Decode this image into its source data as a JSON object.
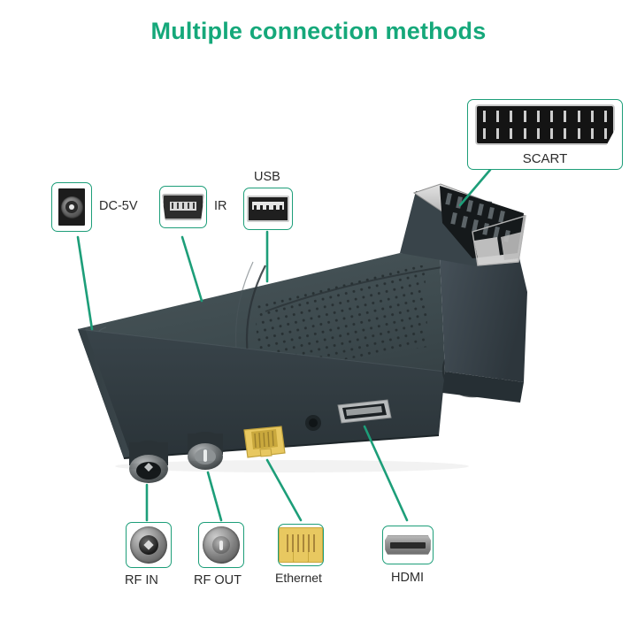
{
  "page": {
    "title": "Multiple connection methods",
    "background_color": "#ffffff",
    "accent_color": "#15a87a",
    "leader_line_color": "#1d9e79",
    "label_color": "#2b2b2b"
  },
  "device": {
    "name": "scart-dvb-t2-receiver",
    "body_color": "#3b4447",
    "ethernet_port_color": "#e8c860",
    "scart_plug_color": "#c9c9c9"
  },
  "connectors": [
    {
      "id": "dc-5v",
      "label": "DC-5V",
      "icon": "dc-power-jack-icon",
      "label_position": "right"
    },
    {
      "id": "ir",
      "label": "IR",
      "icon": "mini-usb-icon",
      "label_position": "right"
    },
    {
      "id": "usb",
      "label": "USB",
      "icon": "usb-a-port-icon",
      "label_position": "above"
    },
    {
      "id": "scart",
      "label": "SCART",
      "icon": "scart-connector-icon",
      "label_position": "inside"
    },
    {
      "id": "rf-in",
      "label": "RF IN",
      "icon": "coax-female-icon",
      "label_position": "below"
    },
    {
      "id": "rf-out",
      "label": "RF OUT",
      "icon": "coax-male-icon",
      "label_position": "below"
    },
    {
      "id": "ethernet",
      "label": "Ethernet",
      "icon": "rj45-icon",
      "label_position": "below"
    },
    {
      "id": "hdmi",
      "label": "HDMI",
      "icon": "hdmi-port-icon",
      "label_position": "below"
    }
  ]
}
